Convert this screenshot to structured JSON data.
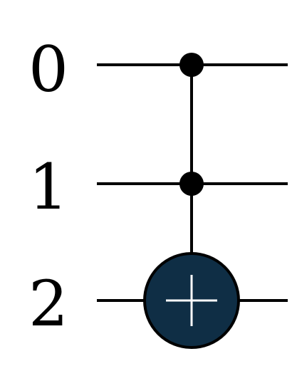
{
  "qubits": [
    {
      "label": "0"
    },
    {
      "label": "1"
    },
    {
      "label": "2"
    }
  ],
  "gates": [
    {
      "type": "toffoli",
      "controls": [
        0,
        1
      ],
      "target": 2
    }
  ],
  "colors": {
    "wire": "#000000",
    "control": "#000000",
    "target_fill": "#0f2e45",
    "target_symbol": "#ffffff",
    "background": "#ffffff"
  }
}
